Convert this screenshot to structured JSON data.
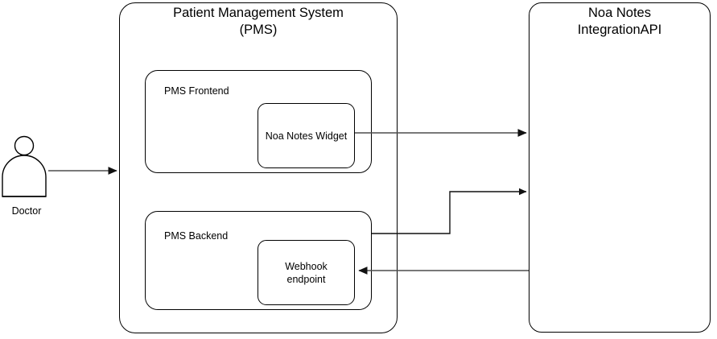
{
  "diagram": {
    "title_bar": "",
    "background": "#ffffff",
    "stroke_color": "#000000",
    "connector_color": "#4d4d4d"
  },
  "actor": {
    "name": "Doctor",
    "icon": "person-actor-icon"
  },
  "pms": {
    "title": "Patient Management System\n(PMS)",
    "frontend": {
      "label": "PMS Frontend",
      "child": {
        "label": "Noa Notes Widget"
      }
    },
    "backend": {
      "label": "PMS Backend",
      "child": {
        "label": "Webhook\nendpoint"
      }
    }
  },
  "integration_api": {
    "title": "Noa Notes\nIntegrationAPI"
  },
  "connectors": [
    {
      "id": "doctor-to-pms",
      "from": "Doctor",
      "to": "Patient Management System (PMS)",
      "label": "",
      "direction": "right"
    },
    {
      "id": "widget-to-api",
      "from": "Noa Notes Widget",
      "to": "Noa Notes IntegrationAPI",
      "label": "",
      "direction": "right"
    },
    {
      "id": "backend-to-api",
      "from": "PMS Backend",
      "to": "Noa Notes IntegrationAPI",
      "label": "",
      "direction": "right"
    },
    {
      "id": "api-to-webhook",
      "from": "Noa Notes IntegrationAPI",
      "to": "Webhook endpoint",
      "label": "",
      "direction": "left"
    }
  ]
}
